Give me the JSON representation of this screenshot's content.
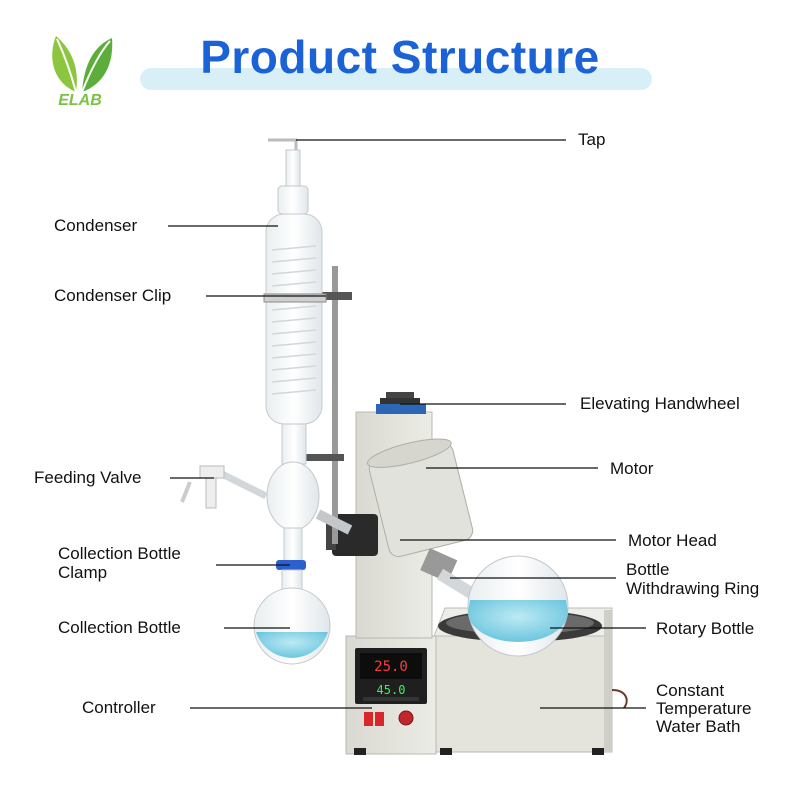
{
  "header": {
    "title": "Product Structure",
    "logo_text": "ELAB"
  },
  "labels": {
    "tap": "Tap",
    "condenser": "Condenser",
    "condenser_clip": "Condenser Clip",
    "elevating_handwheel": "Elevating Handwheel",
    "motor": "Motor",
    "feeding_valve": "Feeding Valve",
    "motor_head": "Motor Head",
    "collection_bottle_clamp": [
      "Collection Bottle",
      "Clamp"
    ],
    "bottle_withdrawing_ring": [
      "Bottle",
      "Withdrawing Ring"
    ],
    "collection_bottle": "Collection Bottle",
    "rotary_bottle": "Rotary Bottle",
    "controller": "Controller",
    "water_bath": [
      "Constant",
      "Temperature",
      "Water Bath"
    ]
  },
  "controller_display": {
    "pv": "25.0",
    "sv": "45.0"
  },
  "colors": {
    "title": "#1a62d6",
    "title_bar": "#d8eff7",
    "logo_green": "#7cc242",
    "liquid": "#7fd3e6"
  }
}
